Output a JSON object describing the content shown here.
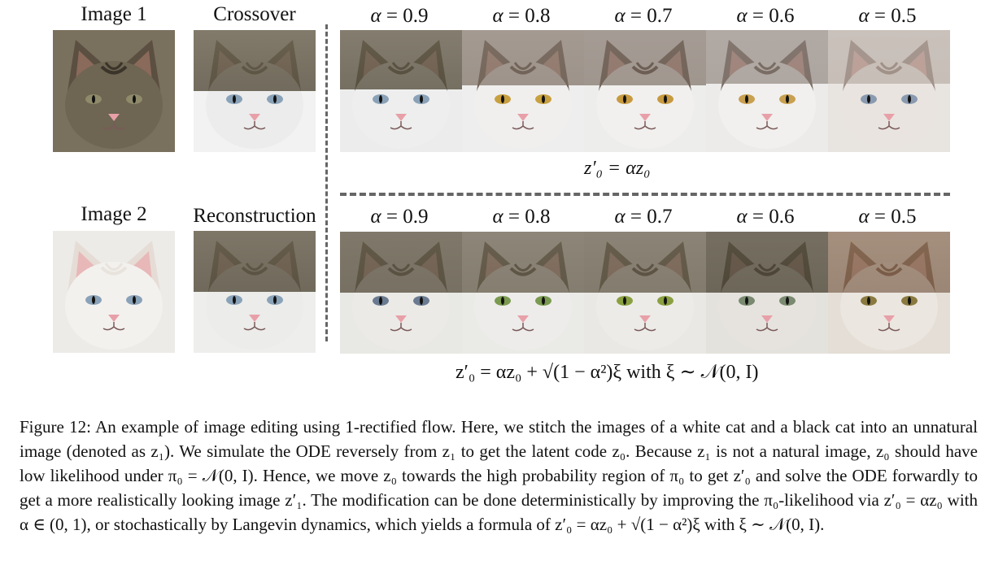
{
  "labels": {
    "image1": "Image 1",
    "crossover": "Crossover",
    "image2": "Image 2",
    "reconstruction": "Reconstruction"
  },
  "alpha_symbol": "α",
  "alpha_eq": "=",
  "alphas": [
    "0.9",
    "0.8",
    "0.7",
    "0.6",
    "0.5"
  ],
  "formula_top": "z′₀ = αz₀",
  "formula_bottom": "z′₀ = αz₀ + √(1 − α²)ξ with ξ ∼ 𝒩(0, I)",
  "caption": "Figure 12: An example of image editing using 1-rectified flow. Here, we stitch the images of a white cat and a black cat into an unnatural image (denoted as z₁). We simulate the ODE reversely from z₁ to get the latent code z₀. Because z₁ is not a natural image, z₀ should have low likelihood under π₀ = 𝒩(0, I). Hence, we move z₀ towards the high probability region of π₀ to get z′₀ and solve the ODE forwardly to get a more realistically looking image z′₁. The modification can be done deterministically by improving the π₀-likelihood via z′₀ = αz₀ with α ∈ (0, 1), or stochastically by Langevin dynamics, which yields a formula of z′₀ = αz₀ + √(1 − α²)ξ with ξ ∼ 𝒩(0, I)."
}
